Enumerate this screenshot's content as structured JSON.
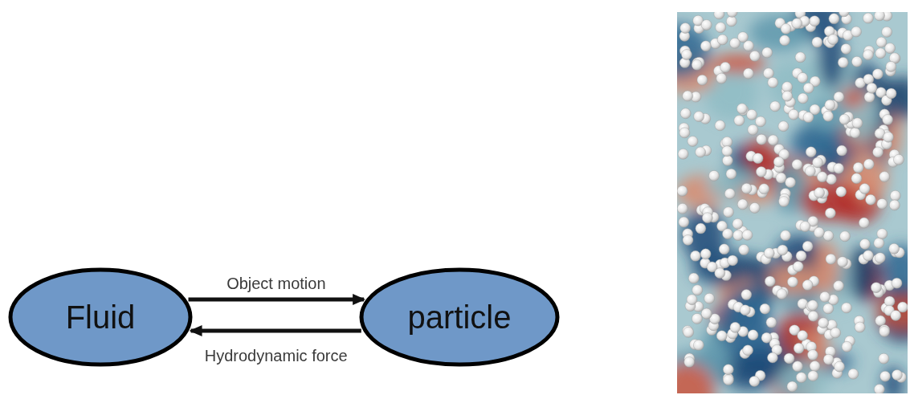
{
  "diagram": {
    "nodes": [
      {
        "text": [
          "Fluid"
        ]
      },
      {
        "text": [
          "particle"
        ]
      }
    ],
    "edges": [
      {
        "from": 0,
        "to": 1,
        "arrow": "to",
        "label": "Object motion"
      },
      {
        "from": 1,
        "to": 0,
        "arrow": "to",
        "label": "Hydrodynamic force"
      }
    ]
  }
}
